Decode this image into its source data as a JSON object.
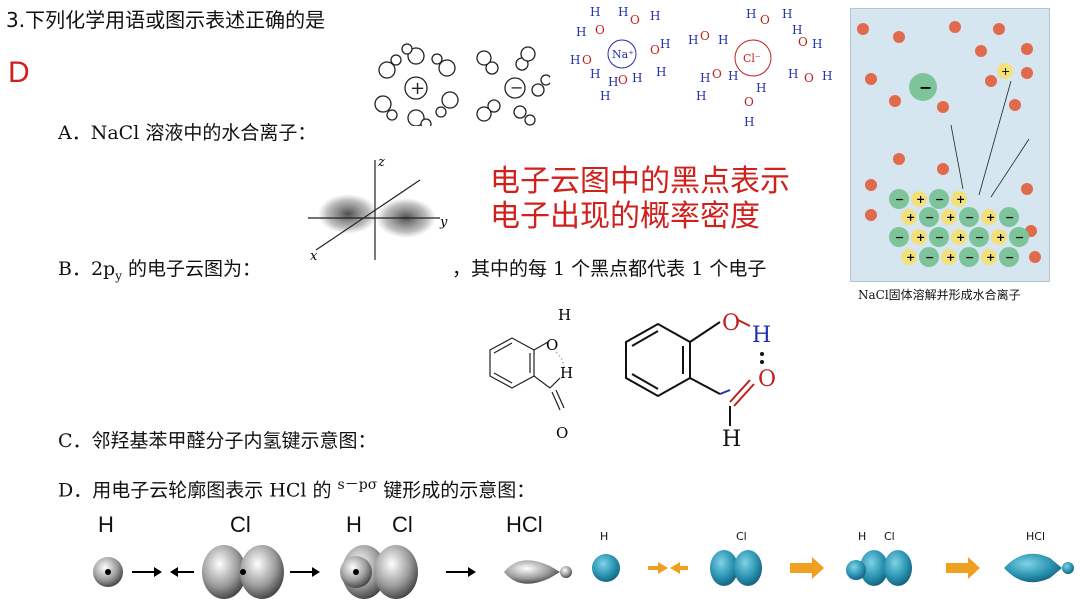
{
  "question": {
    "title": "3.下列化学用语或图示表述正确的是",
    "answer": "D"
  },
  "options": {
    "a": "A．NaCl 溶液中的水合离子：",
    "b_prefix": "B．2p",
    "b_sub": "y",
    "b_mid": " 的电子云图为：",
    "b_suffix": "，其中的每 1 个黑点都代表 1 个电子",
    "c": "C．邻羟基苯甲醛分子内氢键示意图：",
    "d_prefix": "D．用电子云轮廓图表示 HCl 的",
    "d_sp": "s－pσ",
    "d_suffix": "键形成的示意图："
  },
  "annotation": {
    "line1": "电子云图中的黑点表示",
    "line2": "电子出现的概率密度"
  },
  "ion_labels": {
    "na": "Na⁺",
    "cl": "Cl⁻",
    "h": "H",
    "o": "O"
  },
  "axes": {
    "x": "x",
    "y": "y",
    "z": "z"
  },
  "mol_labels": {
    "o": "O",
    "h": "H"
  },
  "panel": {
    "caption": "NaCl固体溶解并形成水合离子"
  },
  "bottom_labels": {
    "h": "H",
    "cl": "Cl",
    "h2": "H",
    "cl2": "Cl",
    "hcl": "HCl"
  },
  "small_labels": {
    "h": "H",
    "cl": "Cl",
    "h2": "H",
    "cl2": "Cl",
    "hcl": "HCl"
  },
  "colors": {
    "accent_red": "#d0211c",
    "hydrogen_blue": "#2130b0",
    "ion_green": "#7ec49a",
    "arrow_orange": "#f0a020"
  }
}
